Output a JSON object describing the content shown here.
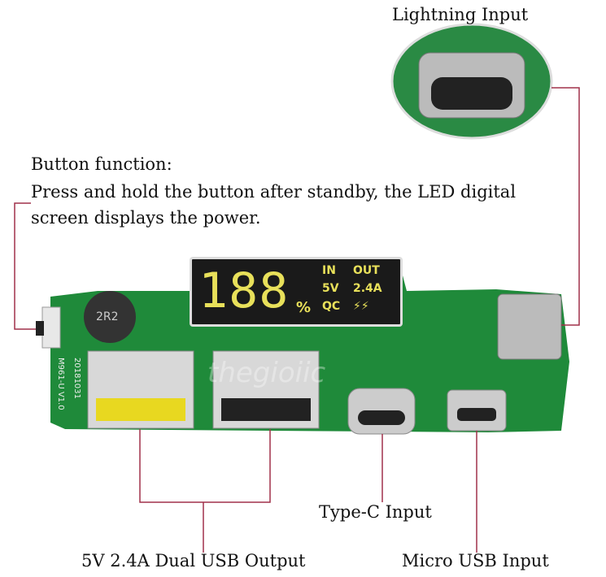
{
  "labels": {
    "lightning_input": "Lightning Input",
    "button_title": "Button function:",
    "button_desc_line1": "Press and hold the button after standby, the LED digital",
    "button_desc_line2": "screen displays the power.",
    "type_c_input": "Type-C Input",
    "usb_output": "5V 2.4A Dual USB Output",
    "micro_usb_input": "Micro USB Input"
  },
  "display": {
    "digits": "188",
    "percent": "%",
    "in": "IN",
    "out": "OUT",
    "voltage": "5V",
    "current": "2.4A",
    "qc": "QC",
    "fast_icon": "⚡⚡"
  },
  "pcb": {
    "inductor": "2R2",
    "model": "M961-U V1.0",
    "date": "20181031",
    "watermark": "thegioiic"
  },
  "colors": {
    "pcb": "#1f8a3a",
    "leader": "#a0304a",
    "lcd": "#e8e05a"
  }
}
